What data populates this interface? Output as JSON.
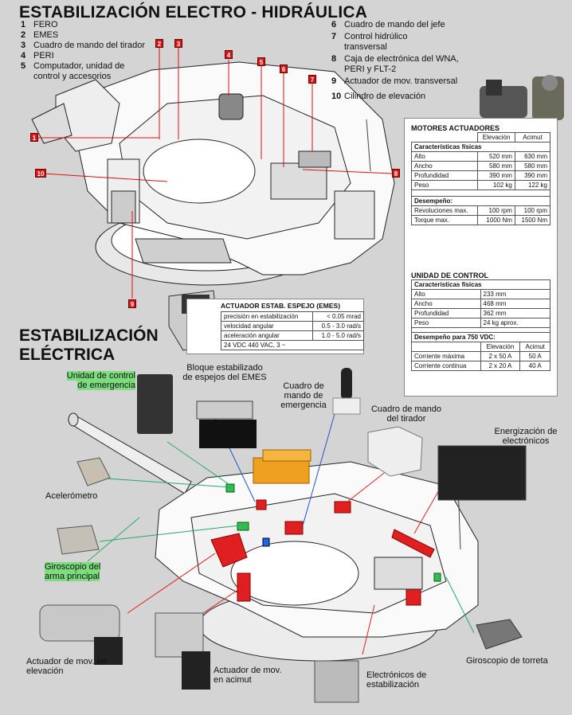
{
  "titles": {
    "hydraulic": "ESTABILIZACIÓN ELECTRO - HIDRÁULICA",
    "electric_line1": "ESTABILIZACIÓN",
    "electric_line2": "ELÉCTRICA"
  },
  "legend_left": [
    {
      "num": "1",
      "text": "FERO"
    },
    {
      "num": "2",
      "text": "EMES"
    },
    {
      "num": "3",
      "text": "Cuadro de mando del tirador"
    },
    {
      "num": "4",
      "text": "PERI"
    },
    {
      "num": "5",
      "text": "Computador, unidad de control y accesorios"
    }
  ],
  "legend_right": [
    {
      "num": "6",
      "text": "Cuadro de mando del jefe"
    },
    {
      "num": "7",
      "text": "Control hidrúlico transversal"
    },
    {
      "num": "8",
      "text": "Caja de electrónica del WNA, PERI y FLT-2"
    },
    {
      "num": "9",
      "text": "Actuador de mov. transversal"
    },
    {
      "num": "10",
      "text": "Cilindro de elevación"
    }
  ],
  "callout_numbers": [
    "1",
    "2",
    "3",
    "4",
    "5",
    "6",
    "7",
    "8",
    "9",
    "10"
  ],
  "motores": {
    "title": "MOTORES ACTUADORES",
    "col_elev": "Elevación",
    "col_azim": "Acimut",
    "phys_header": "Características físicas",
    "rows": [
      {
        "label": "Alto",
        "elev": "520 mm",
        "azim": "630 mm"
      },
      {
        "label": "Ancho",
        "elev": "580 mm",
        "azim": "580 mm"
      },
      {
        "label": "Profundidad",
        "elev": "390 mm",
        "azim": "390 mm"
      },
      {
        "label": "Peso",
        "elev": "102 kg",
        "azim": "122 kg"
      }
    ],
    "perf_header": "Desempeño:",
    "perf_rows": [
      {
        "label": "Revoluciones max.",
        "elev": "100 rpm",
        "azim": "100 rpm"
      },
      {
        "label": "Torque max.",
        "elev": "1000 Nm",
        "azim": "1500  Nm"
      }
    ]
  },
  "unidad": {
    "title": "UNIDAD DE CONTROL",
    "phys_header": "Características físicas",
    "rows": [
      {
        "label": "Alto",
        "value": "233 mm"
      },
      {
        "label": "Ancho",
        "value": "468 mm"
      },
      {
        "label": "Profundidad",
        "value": "362 mm"
      },
      {
        "label": "Peso",
        "value": "24 kg aprox."
      }
    ],
    "perf_header": "Desempeño para 750 VDC:",
    "col_elev": "Elevación",
    "col_azim": "Acimut",
    "perf_rows": [
      {
        "label": "Corriente máxima",
        "elev": "2 x 50 A",
        "azim": "50 A"
      },
      {
        "label": "Corriente continua",
        "elev": "2 x 20 A",
        "azim": "40 A"
      }
    ]
  },
  "emes": {
    "title": "ACTUADOR ESTAB. ESPEJO (EMES)",
    "rows": [
      {
        "label": "precisión en estabilización",
        "value": "< 0.05 mrad"
      },
      {
        "label": "velocidad angular",
        "value": "0.5 - 3.0 rad/s"
      },
      {
        "label": "aceleración angular",
        "value": "1.0 - 5.0 rad/s"
      }
    ],
    "footer": "24 VDC   440 VAC, 3 ~"
  },
  "labels": {
    "unidad_emergencia": "Unidad de control de emergencia",
    "bloque_espejos": "Bloque estabilizado de espejos del EMES",
    "cuadro_emergencia": "Cuadro de mando de emergencia",
    "cuadro_tirador": "Cuadro de mando del tirador",
    "energizacion": "Energización de electrónicos",
    "acelerometro": "Acelerómetro",
    "giroscopio_arma": "Giroscopio del arma principal",
    "actuador_elev": "Actuador de mov. en elevación",
    "actuador_acimut": "Actuador de mov. en acimut",
    "electronicos": "Electrónicos de estabilización",
    "giroscopio_torreta": "Giroscopio de torreta"
  },
  "colors": {
    "callout_red": "#dd1111",
    "highlight_green": "#7ddc7d",
    "component_orange": "#f0a020",
    "line_red": "#e02020",
    "line_green": "#22aa66",
    "line_blue": "#2255cc"
  }
}
